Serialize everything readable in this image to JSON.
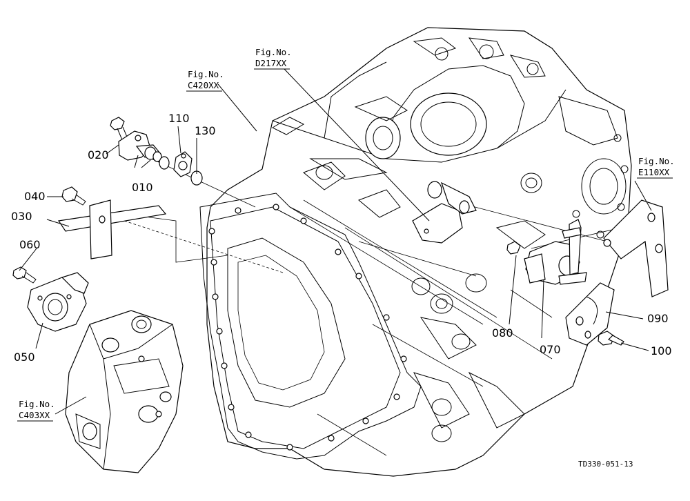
{
  "parts": [
    {
      "id": "010",
      "label": "010"
    },
    {
      "id": "020",
      "label": "020"
    },
    {
      "id": "030",
      "label": "030"
    },
    {
      "id": "040",
      "label": "040"
    },
    {
      "id": "050",
      "label": "050"
    },
    {
      "id": "060",
      "label": "060"
    },
    {
      "id": "070",
      "label": "070"
    },
    {
      "id": "080",
      "label": "080"
    },
    {
      "id": "090",
      "label": "090"
    },
    {
      "id": "100",
      "label": "100"
    },
    {
      "id": "110",
      "label": "110"
    },
    {
      "id": "130",
      "label": "130"
    }
  ],
  "figure_refs": [
    {
      "id": "c420",
      "line1": "Fig.No.",
      "line2": "C420XX"
    },
    {
      "id": "d217",
      "line1": "Fig.No.",
      "line2": "D217XX"
    },
    {
      "id": "e110",
      "line1": "Fig.No.",
      "line2": "E110XX"
    },
    {
      "id": "c403",
      "line1": "Fig.No.",
      "line2": "C403XX"
    }
  ],
  "drawing_code": "TD330-051-13"
}
